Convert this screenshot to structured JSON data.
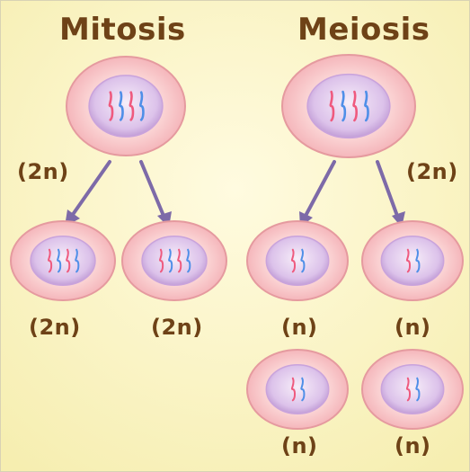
{
  "titles": {
    "mitosis": "Mitosis",
    "meiosis": "Meiosis"
  },
  "labels": {
    "mitosis_parent": "(2n)",
    "meiosis_parent": "(2n)",
    "mitosis_daughter_1": "(2n)",
    "mitosis_daughter_2": "(2n)",
    "meiosis_daughter_1": "(n)",
    "meiosis_daughter_2": "(n)",
    "meiosis_daughter_3": "(n)",
    "meiosis_daughter_4": "(n)"
  },
  "colors": {
    "background": "#fbf6c6",
    "text": "#6e4217",
    "cell_membrane": "#f6c4c4",
    "cell_outline": "#e59a9f",
    "nucleus": "#ddc6ea",
    "chromosome_pink": "#ef5a7e",
    "chromosome_blue": "#4f8fe8",
    "arrow": "#7d6aa8"
  }
}
